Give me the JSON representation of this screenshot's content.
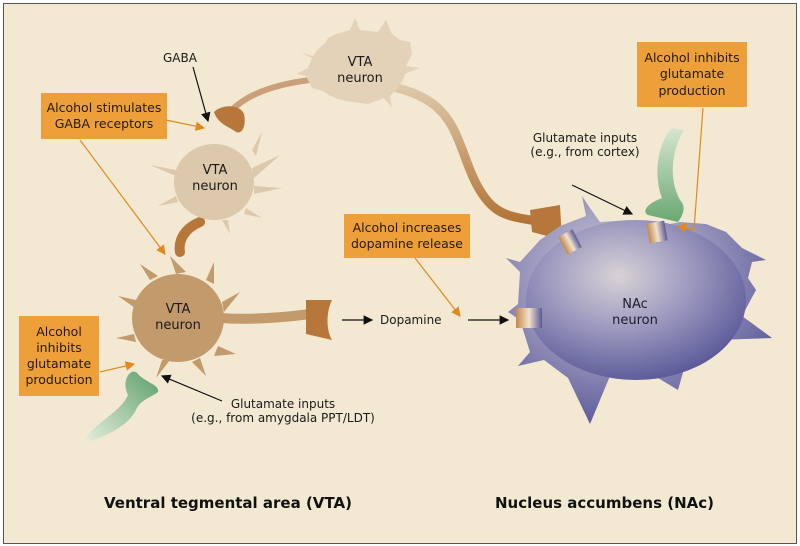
{
  "diagram": {
    "colors": {
      "background": "#f3e9d2",
      "callout": "#eda03a",
      "callout_line": "#e08a1e",
      "vta_light": "#e3d2b7",
      "vta_mid": "#d9c4a4",
      "vta_dark": "#bd8e5c",
      "terminal": "#b7773a",
      "glutamate": "#6fae76",
      "nac": "#6e6ea8"
    },
    "neurons": {
      "vta_top": {
        "line1": "VTA",
        "line2": "neuron"
      },
      "vta_mid": {
        "line1": "VTA",
        "line2": "neuron"
      },
      "vta_bottom": {
        "line1": "VTA",
        "line2": "neuron"
      },
      "nac": {
        "line1": "NAc",
        "line2": "neuron"
      }
    },
    "labels": {
      "gaba": "GABA",
      "dopamine": "Dopamine",
      "glutamate_cortex_1": "Glutamate inputs",
      "glutamate_cortex_2": "(e.g., from cortex)",
      "glutamate_amygdala_1": "Glutamate inputs",
      "glutamate_amygdala_2": "(e.g., from amygdala PPT/LDT)"
    },
    "callouts": {
      "gaba_receptors": {
        "line1": "Alcohol stimulates",
        "line2": "GABA receptors"
      },
      "dopamine_release": {
        "line1": "Alcohol increases",
        "line2": "dopamine release"
      },
      "glutamate_right": {
        "line1": "Alcohol inhibits",
        "line2": "glutamate",
        "line3": "production"
      },
      "glutamate_left": {
        "line1": "Alcohol",
        "line2": "inhibits",
        "line3": "glutamate",
        "line4": "production"
      }
    },
    "regions": {
      "vta": "Ventral tegmental area (VTA)",
      "nac": "Nucleus accumbens (NAc)"
    }
  }
}
